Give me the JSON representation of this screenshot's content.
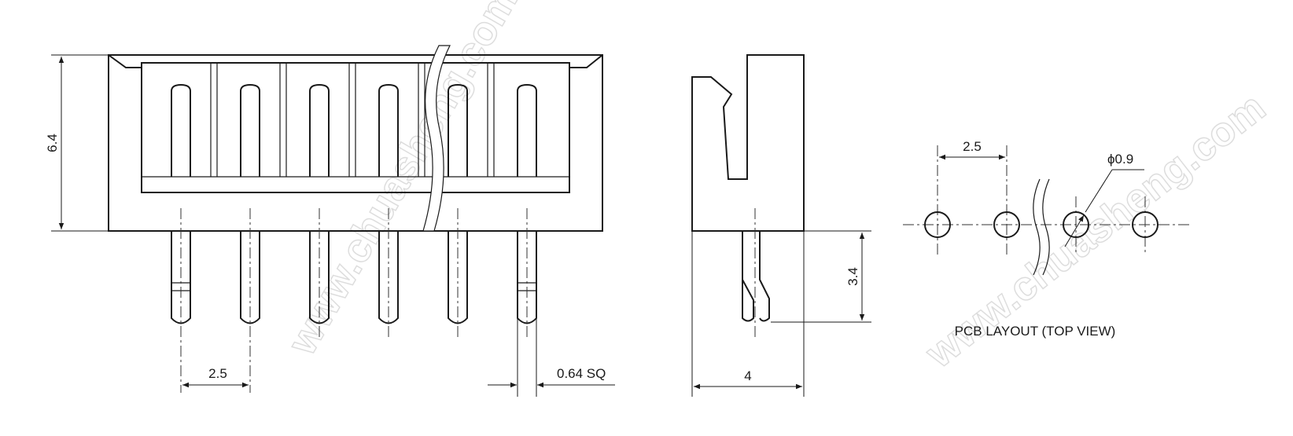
{
  "labels": {
    "height": "6.4",
    "pitch_front": "2.5",
    "pin_size": "0.64 SQ",
    "side_width": "4",
    "pin_length": "3.4",
    "pcb_pitch": "2.5",
    "hole_diameter": "ϕ0.9",
    "pcb_title": "PCB LAYOUT (TOP VIEW)"
  },
  "watermark": "www.chuasheng.com",
  "colors": {
    "line": "#1a1a1a",
    "watermark": "#c8c8c8"
  }
}
